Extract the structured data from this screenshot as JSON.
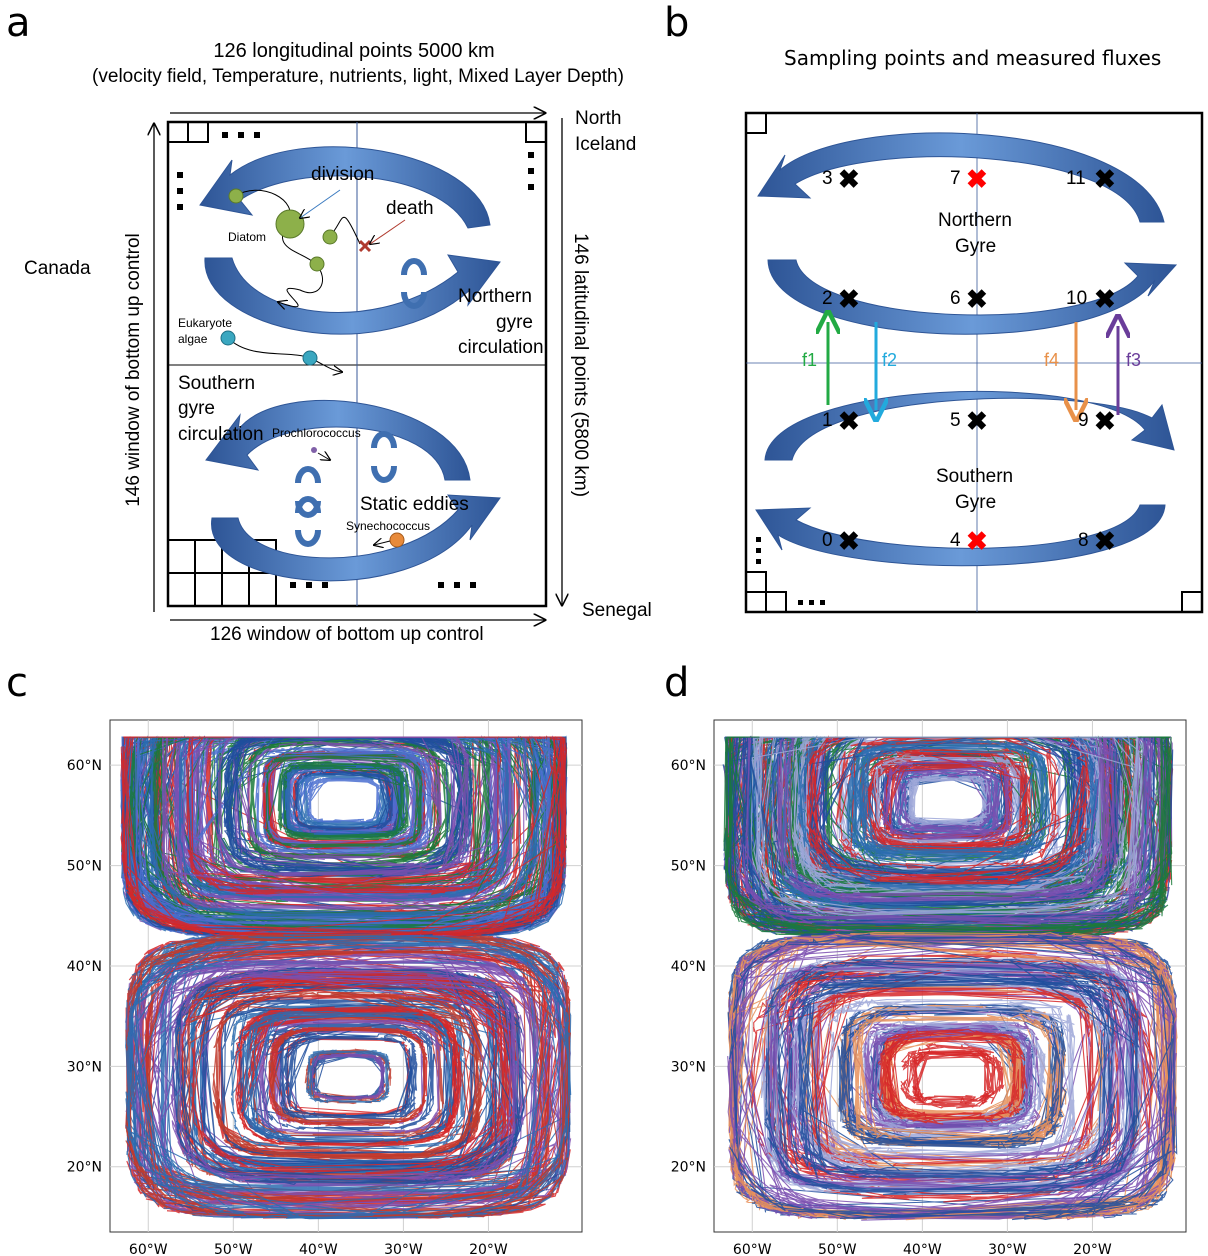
{
  "panels": {
    "a": {
      "letter": "a",
      "top_title_1": "126 longitudinal points 5000 km",
      "top_title_2": "(velocity field, Temperature, nutrients, light, Mixed Layer Depth)",
      "north_label": "North\nIceland",
      "north_1": "North",
      "north_2": "Iceland",
      "canada": "Canada",
      "senegal": "Senegal",
      "left_axis": "146 window of bottom up control",
      "right_axis": "146 latitudinal points (5800 km)",
      "bottom_axis": "126 window of bottom up control",
      "division": "division",
      "death": "death",
      "diatom": "Diatom",
      "eukaryote_1": "Eukaryote",
      "eukaryote_2": "algae",
      "northern_1": "Northern",
      "northern_2": "gyre",
      "northern_3": "circulation",
      "southern_1": "Southern",
      "southern_2": "gyre",
      "southern_3": "circulation",
      "prochlorococcus": "Prochlorococcus",
      "static_eddies": "Static eddies",
      "synechococcus": "Synechococcus",
      "dots": "..."
    },
    "b": {
      "letter": "b",
      "title": "Sampling points and measured fluxes",
      "northern_gyre_1": "Northern",
      "northern_gyre_2": "Gyre",
      "southern_gyre_1": "Southern",
      "southern_gyre_2": "Gyre",
      "points": [
        {
          "id": "0",
          "color": "#000000"
        },
        {
          "id": "1",
          "color": "#000000"
        },
        {
          "id": "2",
          "color": "#000000"
        },
        {
          "id": "3",
          "color": "#000000"
        },
        {
          "id": "4",
          "color": "#ff0000"
        },
        {
          "id": "5",
          "color": "#000000"
        },
        {
          "id": "6",
          "color": "#000000"
        },
        {
          "id": "7",
          "color": "#ff0000"
        },
        {
          "id": "8",
          "color": "#000000"
        },
        {
          "id": "9",
          "color": "#000000"
        },
        {
          "id": "10",
          "color": "#000000"
        },
        {
          "id": "11",
          "color": "#000000"
        }
      ],
      "fluxes": [
        {
          "name": "f1",
          "color": "#22aa44"
        },
        {
          "name": "f2",
          "color": "#22aadd"
        },
        {
          "name": "f4",
          "color": "#e8914a"
        },
        {
          "name": "f3",
          "color": "#6a3d9a"
        }
      ],
      "dots": "..."
    },
    "c": {
      "letter": "c",
      "y_ticks": [
        "60°N",
        "50°N",
        "40°N",
        "30°N",
        "20°N"
      ],
      "x_ticks": [
        "60°W",
        "50°W",
        "40°W",
        "30°W",
        "20°W"
      ],
      "palette": [
        "#1f4e9c",
        "#2b6cb0",
        "#d62728",
        "#1a7a3a",
        "#7b4fb0",
        "#4a6fd0",
        "#c0392b"
      ]
    },
    "d": {
      "letter": "d",
      "y_ticks": [
        "60°N",
        "50°N",
        "40°N",
        "30°N",
        "20°N"
      ],
      "x_ticks": [
        "60°W",
        "50°W",
        "40°W",
        "30°W",
        "20°W"
      ],
      "palette": [
        "#1f4e9c",
        "#d62728",
        "#7b4fb0",
        "#1a7a3a",
        "#9ea7d8",
        "#2b6cb0",
        "#e8915a",
        "#c0392b"
      ]
    }
  },
  "colors": {
    "arrow_blue": "#4a7cc0",
    "arrow_dark": "#2e5596",
    "green_cell": "#8db04a",
    "teal_cell": "#3aa7c0",
    "orange_cell": "#e88a3a",
    "purple_cell": "#8060a8",
    "death_red": "#b03a2e"
  }
}
